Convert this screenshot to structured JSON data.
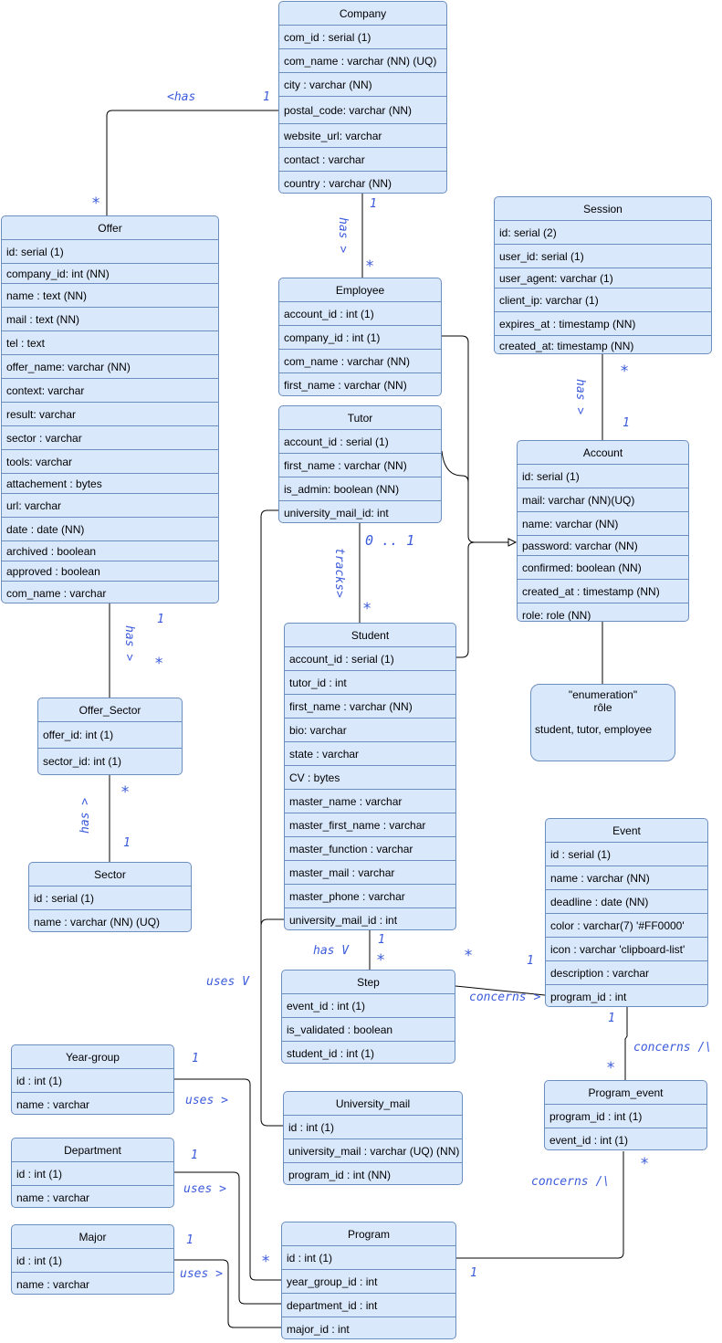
{
  "entities": {
    "company": {
      "title": "Company",
      "fields": [
        "com_id : serial (1)",
        "com_name : varchar (NN) (UQ)",
        "city : varchar (NN)",
        "postal_code: varchar (NN)",
        "website_url: varchar",
        "contact : varchar",
        "country : varchar (NN)"
      ]
    },
    "offer": {
      "title": "Offer",
      "fields": [
        " id: serial (1)",
        "company_id: int (NN)",
        "name : text (NN)",
        "mail : text (NN)",
        "tel : text",
        "offer_name: varchar (NN)",
        "context: varchar",
        "result: varchar",
        "sector : varchar",
        "tools: varchar",
        "attachement : bytes",
        "url: varchar",
        "date : date (NN)",
        "archived : boolean",
        "approved : boolean",
        "com_name : varchar"
      ]
    },
    "employee": {
      "title": "Employee",
      "fields": [
        "account_id : int (1)",
        "company_id : int (1)",
        "com_name : varchar (NN)",
        "first_name : varchar (NN)"
      ]
    },
    "session": {
      "title": "Session",
      "fields": [
        " id: serial (2)",
        "user_id: serial (1)",
        "user_agent: varchar (1)",
        "client_ip: varchar (1)",
        "expires_at : timestamp (NN)",
        "created_at: timestamp (NN)"
      ]
    },
    "tutor": {
      "title": "Tutor",
      "fields": [
        "account_id : serial (1)",
        "first_name : varchar (NN)",
        "is_admin: boolean (NN)",
        "university_mail_id: int"
      ]
    },
    "account": {
      "title": "Account",
      "fields": [
        " id: serial (1)",
        "mail: varchar (NN)(UQ)",
        "name: varchar (NN)",
        "password: varchar (NN)",
        "confirmed: boolean (NN)",
        "created_at : timestamp (NN)",
        "role: role (NN)"
      ]
    },
    "offer_sector": {
      "title": "Offer_Sector",
      "fields": [
        "offer_id: int (1)",
        "sector_id: int (1)"
      ]
    },
    "student": {
      "title": "Student",
      "fields": [
        "account_id : serial (1)",
        "tutor_id : int",
        "first_name : varchar (NN)",
        "bio: varchar",
        "state : varchar",
        "CV : bytes",
        "master_name : varchar",
        "master_first_name : varchar",
        "master_function : varchar",
        "master_mail : varchar",
        "master_phone : varchar",
        "university_mail_id : int"
      ]
    },
    "sector": {
      "title": "Sector",
      "fields": [
        "id : serial (1)",
        "name : varchar (NN) (UQ)"
      ]
    },
    "event": {
      "title": "Event",
      "fields": [
        "id : serial (1)",
        "name : varchar (NN)",
        "deadline : date (NN)",
        "color : varchar(7) '#FF0000'",
        "icon : varchar 'clipboard-list'",
        "description : varchar",
        "program_id : int"
      ]
    },
    "step": {
      "title": "Step",
      "fields": [
        "event_id : int (1)",
        "is_validated : boolean",
        "student_id : int (1)"
      ]
    },
    "year_group": {
      "title": "Year-group",
      "fields": [
        "id : int (1)",
        "name : varchar"
      ]
    },
    "program_event": {
      "title": "Program_event",
      "fields": [
        "program_id : int (1)",
        "event_id : int (1)"
      ]
    },
    "university_mail": {
      "title": "University_mail",
      "fields": [
        "id : int (1)",
        "university_mail : varchar (UQ) (NN)",
        "program_id : int (NN)"
      ]
    },
    "department": {
      "title": "Department",
      "fields": [
        "id : int (1)",
        "name : varchar"
      ]
    },
    "major": {
      "title": "Major",
      "fields": [
        "id : int (1)",
        "name : varchar"
      ]
    },
    "program": {
      "title": "Program",
      "fields": [
        "id : int (1)",
        "year_group_id : int",
        "department_id : int",
        "major_id : int"
      ]
    }
  },
  "enumeration": {
    "title": "\"enumeration\"",
    "name": "rôle",
    "values": "student, tutor, employee"
  },
  "annotations": {
    "company_offer_rel": "<has",
    "company_offer_one": "1",
    "company_offer_many": "*",
    "company_employee_rel": "has >",
    "company_employee_one": "1",
    "company_employee_many": "*",
    "session_account_rel": "has >",
    "session_account_many": "*",
    "session_account_one": "1",
    "tutor_student_range": "0 .. 1",
    "tutor_student_rel": "tracks>",
    "tutor_student_many": "*",
    "offer_sector_rel": "has >",
    "offer_sector_one": "1",
    "offer_sector_many": "*",
    "sector_rel": "has >",
    "sector_many": "*",
    "sector_one": "1",
    "student_step_one": "1",
    "student_step_rel": "has V",
    "student_step_many": "*",
    "event_step_many": "*",
    "event_step_one": "1",
    "event_step_rel": "concerns >",
    "uses_v": "uses V",
    "event_program_one": "1",
    "event_program_rel": "concerns /\\",
    "event_program_many": "*",
    "year_group_one": "1",
    "year_group_rel": "uses >",
    "department_one": "1",
    "department_rel": "uses >",
    "program_event_rel": "concerns /\\",
    "program_event_many": "*",
    "major_one": "1",
    "program_many": "*",
    "major_rel": "uses >",
    "program_one": "1"
  },
  "colors": {
    "fill": "#dae8fc",
    "stroke": "#6c8ebf",
    "hand": "#3b5bdb"
  }
}
